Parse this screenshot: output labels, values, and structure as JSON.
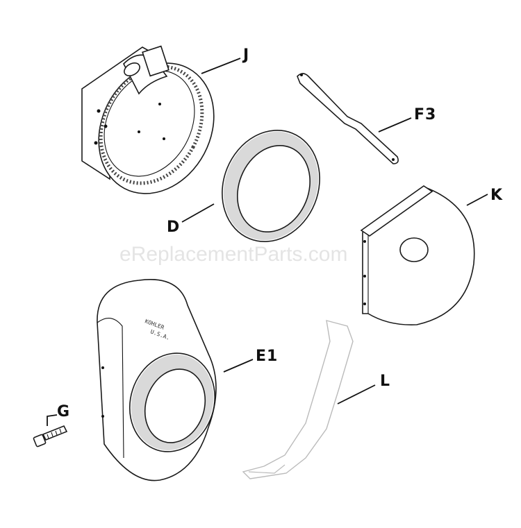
{
  "diagram": {
    "watermark": "eReplacementParts.com",
    "stamp_line1": "KOHLER",
    "stamp_line2": "U.S.A.",
    "callouts": {
      "J": "J",
      "F3": "F3",
      "K": "K",
      "D": "D",
      "E1": "E1",
      "L": "L",
      "G": "G"
    }
  },
  "colors": {
    "ink": "#111111",
    "background": "#ffffff",
    "watermark": "#cfcfcf"
  }
}
